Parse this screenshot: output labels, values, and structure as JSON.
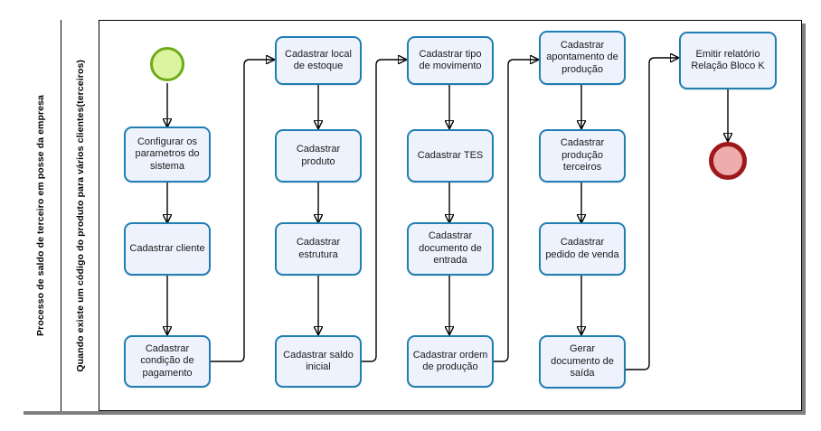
{
  "diagram": {
    "type": "bpmn-flowchart",
    "pool_label": "Processo de saldo de terceiro em posse da empresa",
    "lane_label": "Quando existe um código do produto para vários clientes(terceiros)",
    "colors": {
      "task_fill": "#eef2fc",
      "task_border": "#1f7eb4",
      "start_fill": "#dcf3a0",
      "start_border": "#6eab18",
      "end_fill": "#eeacac",
      "end_border": "#9e1a1a",
      "connector": "#000000",
      "frame": "#000000"
    },
    "start_event": {
      "name": "start-event"
    },
    "end_event": {
      "name": "end-event"
    },
    "columns": [
      {
        "id": "col-1",
        "tasks": [
          {
            "id": "configurar-parametros",
            "label": "Configurar os parametros do sistema"
          },
          {
            "id": "cadastrar-cliente",
            "label": "Cadastrar cliente"
          },
          {
            "id": "cadastrar-condicao-pagamento",
            "label": "Cadastrar condição de pagamento"
          }
        ]
      },
      {
        "id": "col-2",
        "tasks": [
          {
            "id": "cadastrar-local-estoque",
            "label": "Cadastrar local de estoque"
          },
          {
            "id": "cadastrar-produto",
            "label": "Cadastrar produto"
          },
          {
            "id": "cadastrar-estrutura",
            "label": "Cadastrar estrutura"
          },
          {
            "id": "cadastrar-saldo-inicial",
            "label": "Cadastrar saldo inicial"
          }
        ]
      },
      {
        "id": "col-3",
        "tasks": [
          {
            "id": "cadastrar-tipo-movimento",
            "label": "Cadastrar tipo de movimento"
          },
          {
            "id": "cadastrar-tes",
            "label": "Cadastrar TES"
          },
          {
            "id": "cadastrar-documento-entrada",
            "label": "Cadastrar documento de entrada"
          },
          {
            "id": "cadastrar-ordem-producao",
            "label": "Cadastrar ordem de produção"
          }
        ]
      },
      {
        "id": "col-4",
        "tasks": [
          {
            "id": "cadastrar-apontamento-producao",
            "label": "Cadastrar apontamento de produção"
          },
          {
            "id": "cadastrar-producao-terceiros",
            "label": "Cadastrar produção terceiros"
          },
          {
            "id": "cadastrar-pedido-venda",
            "label": "Cadastrar pedido de venda"
          },
          {
            "id": "gerar-documento-saida",
            "label": "Gerar documento de saída"
          }
        ]
      },
      {
        "id": "col-5",
        "tasks": [
          {
            "id": "emitir-relatorio-bloco-k",
            "label": "Emitir relatório Relação Bloco K"
          }
        ]
      }
    ]
  }
}
